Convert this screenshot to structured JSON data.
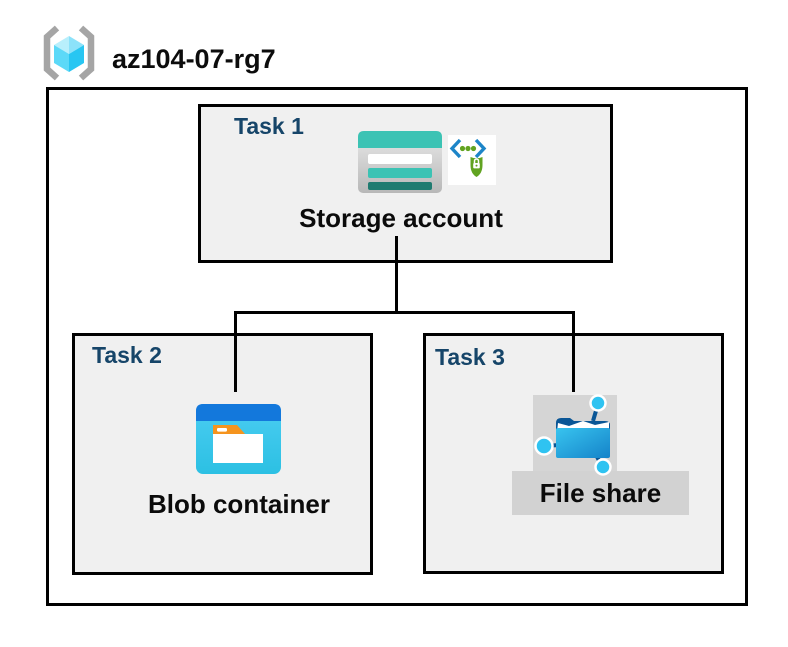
{
  "resource_group": {
    "name": "az104-07-rg7",
    "icon": "resource-group-icon"
  },
  "tasks": [
    {
      "label": "Task 1",
      "resource": "Storage account",
      "icons": [
        "storage-account-icon",
        "secure-access-icon"
      ]
    },
    {
      "label": "Task 2",
      "resource": "Blob container",
      "icons": [
        "blob-container-icon"
      ]
    },
    {
      "label": "Task 3",
      "resource": "File share",
      "icons": [
        "file-share-icon"
      ]
    }
  ],
  "connections": [
    {
      "from": "Storage account",
      "to": "Blob container"
    },
    {
      "from": "Storage account",
      "to": "File share"
    }
  ],
  "colors": {
    "task_label_navy": "#164569",
    "task_box_fill": "#f0f0f0",
    "border_black": "#000000",
    "storage_teal": "#3cc3b4",
    "storage_dark_teal": "#1f7b70",
    "blob_header_blue": "#1378dc",
    "blob_body_cyan": "#3ecbf0",
    "folder_tab_orange": "#f5941e",
    "file_share_flap_navy": "#0a5696",
    "file_share_node_cyan": "#2fc3f1",
    "security_green": "#61a321",
    "security_blue": "#1d85c8",
    "cube_cyan": "#44d0f6",
    "bracket_gray": "#a5a5a5",
    "highlight_gray": "#d4d4d4"
  }
}
